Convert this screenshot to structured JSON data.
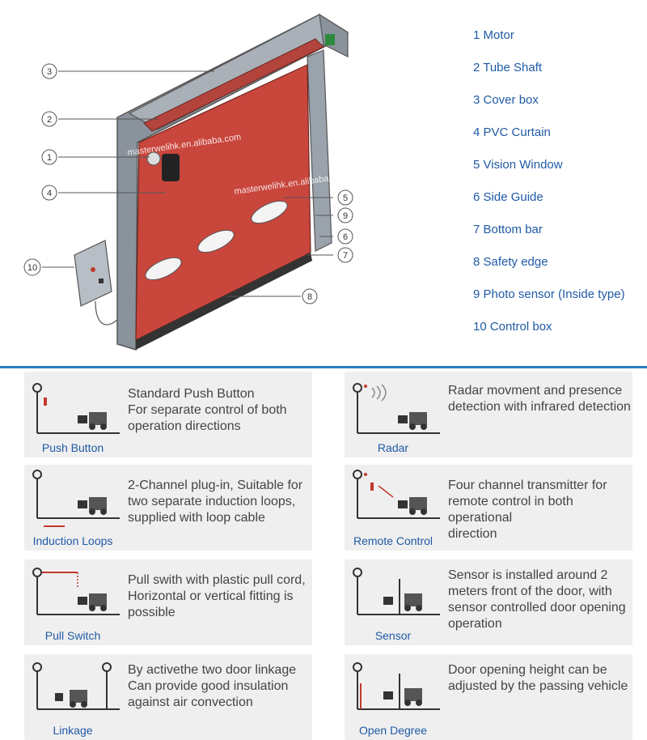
{
  "diagram": {
    "callouts": [
      "1",
      "2",
      "3",
      "4",
      "5",
      "6",
      "7",
      "8",
      "9",
      "10"
    ],
    "watermark": "masterwelihk.en.alibaba.com"
  },
  "legend": [
    "1 Motor",
    "2 Tube Shaft",
    "3 Cover box",
    "4 PVC Curtain",
    "5 Vision Window",
    "6 Side Guide",
    "7 Bottom bar",
    "8 Safety edge",
    "9 Photo sensor (Inside type)",
    "10 Control box"
  ],
  "options": [
    {
      "caption": "Push Button",
      "lines": [
        "Standard Push Button",
        "For separate control of both",
        "operation directions"
      ]
    },
    {
      "caption": "Radar",
      "lines": [
        "Radar movment and presence",
        "detection with infrared detection"
      ]
    },
    {
      "caption": "Induction Loops",
      "lines": [
        "2-Channel plug-in, Suitable for",
        "two separate induction loops,",
        "supplied with loop cable"
      ]
    },
    {
      "caption": "Remote Control",
      "lines": [
        "Four channel transmitter for",
        "remote control in both operational",
        "direction"
      ]
    },
    {
      "caption": "Pull Switch",
      "lines": [
        "Pull swith with plastic pull cord,",
        "Horizontal or vertical fitting is",
        "possible"
      ]
    },
    {
      "caption": "Sensor",
      "lines": [
        "Sensor is installed around 2",
        "meters front of the door, with",
        "sensor controlled door opening",
        "operation"
      ]
    },
    {
      "caption": "Linkage",
      "lines": [
        "By activethe two door linkage",
        "Can provide good insulation",
        "against air convection"
      ]
    },
    {
      "caption": "Open Degree",
      "lines": [
        "Door opening height can be",
        "adjusted by the passing vehicle"
      ]
    }
  ],
  "colors": {
    "curtain": "#c9463d",
    "frame": "#8a929c",
    "legend": "#1f5aa6",
    "divider": "#2a7fc4"
  }
}
